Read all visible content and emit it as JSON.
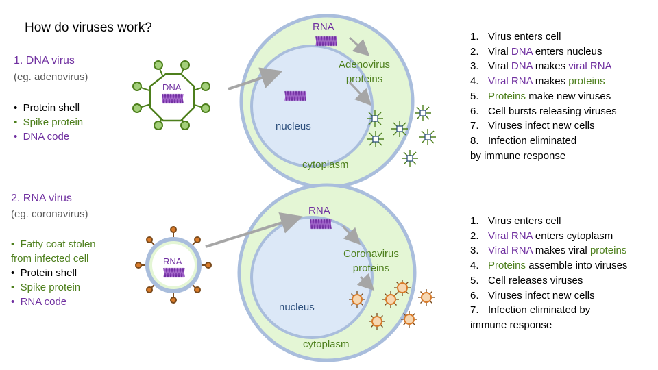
{
  "title": "How do viruses work?",
  "colors": {
    "green": "#4d7f1c",
    "purple": "#7030a0",
    "cell_fill": "#e4f6d5",
    "membrane": "#a9bddc",
    "nucleus": "#dce8f7",
    "arrow": "#a6a6a6",
    "spike_orange": "#d97b2a"
  },
  "dna_section": {
    "heading": "1. DNA virus",
    "example": "(eg. adenovirus)",
    "bullets": [
      {
        "text": "Protein shell",
        "color": "black"
      },
      {
        "text": "Spike protein",
        "color": "green"
      },
      {
        "text": "DNA code",
        "color": "purple"
      }
    ],
    "virus_label": "DNA",
    "rna_label": "RNA",
    "proteins_label": "Adenovirus\nproteins",
    "proteins_line1": "Adenovirus",
    "proteins_line2": "proteins",
    "nucleus_label": "nucleus",
    "cytoplasm_label": "cytoplasm",
    "steps": [
      {
        "num": "1.",
        "parts": [
          {
            "t": "Virus enters cell",
            "c": "k"
          }
        ]
      },
      {
        "num": "2.",
        "parts": [
          {
            "t": "Viral ",
            "c": "k"
          },
          {
            "t": "DNA",
            "c": "p"
          },
          {
            "t": " enters nucleus",
            "c": "k"
          }
        ]
      },
      {
        "num": "3.",
        "parts": [
          {
            "t": "Viral ",
            "c": "k"
          },
          {
            "t": "DNA",
            "c": "p"
          },
          {
            "t": " makes ",
            "c": "k"
          },
          {
            "t": "viral RNA",
            "c": "p"
          }
        ]
      },
      {
        "num": "4.",
        "parts": [
          {
            "t": "Viral RNA",
            "c": "p"
          },
          {
            "t": " makes ",
            "c": "k"
          },
          {
            "t": "proteins",
            "c": "g"
          }
        ]
      },
      {
        "num": "5.",
        "parts": [
          {
            "t": "Proteins",
            "c": "g"
          },
          {
            "t": " make new viruses",
            "c": "k"
          }
        ]
      },
      {
        "num": "6.",
        "parts": [
          {
            "t": "Cell bursts releasing viruses",
            "c": "k"
          }
        ]
      },
      {
        "num": "7.",
        "parts": [
          {
            "t": "Viruses infect new cells",
            "c": "k"
          }
        ]
      },
      {
        "num": "8.",
        "parts": [
          {
            "t": "Infection eliminated",
            "c": "k"
          }
        ]
      },
      {
        "num": "",
        "parts": [
          {
            "t": "by immune response",
            "c": "k"
          }
        ]
      }
    ]
  },
  "rna_section": {
    "heading": "2. RNA virus",
    "example": "(eg. coronavirus)",
    "bullets": [
      {
        "text": "Fatty coat stolen",
        "color": "green",
        "bullet": true
      },
      {
        "text": "from infected cell",
        "color": "green",
        "bullet": false
      },
      {
        "text": "Protein shell",
        "color": "black",
        "bullet": true
      },
      {
        "text": "Spike protein",
        "color": "green",
        "bullet": true
      },
      {
        "text": "RNA code",
        "color": "purple",
        "bullet": true
      }
    ],
    "virus_label": "RNA",
    "rna_label": "RNA",
    "proteins_line1": "Coronavirus",
    "proteins_line2": "proteins",
    "nucleus_label": "nucleus",
    "cytoplasm_label": "cytoplasm",
    "steps": [
      {
        "num": "1.",
        "parts": [
          {
            "t": "Virus enters cell",
            "c": "k"
          }
        ]
      },
      {
        "num": "2.",
        "parts": [
          {
            "t": "Viral RNA",
            "c": "p"
          },
          {
            "t": " enters cytoplasm",
            "c": "k"
          }
        ]
      },
      {
        "num": "3.",
        "parts": [
          {
            "t": "Viral RNA",
            "c": "p"
          },
          {
            "t": " makes viral ",
            "c": "k"
          },
          {
            "t": "proteins",
            "c": "g"
          }
        ]
      },
      {
        "num": "4.",
        "parts": [
          {
            "t": "Proteins",
            "c": "g"
          },
          {
            "t": " assemble into viruses",
            "c": "k"
          }
        ]
      },
      {
        "num": "5.",
        "parts": [
          {
            "t": "Cell releases viruses",
            "c": "k"
          }
        ]
      },
      {
        "num": "6.",
        "parts": [
          {
            "t": "Viruses infect new cells",
            "c": "k"
          }
        ]
      },
      {
        "num": "7.",
        "parts": [
          {
            "t": "Infection eliminated by",
            "c": "k"
          }
        ]
      },
      {
        "num": "",
        "parts": [
          {
            "t": "immune response",
            "c": "k"
          }
        ]
      }
    ]
  }
}
